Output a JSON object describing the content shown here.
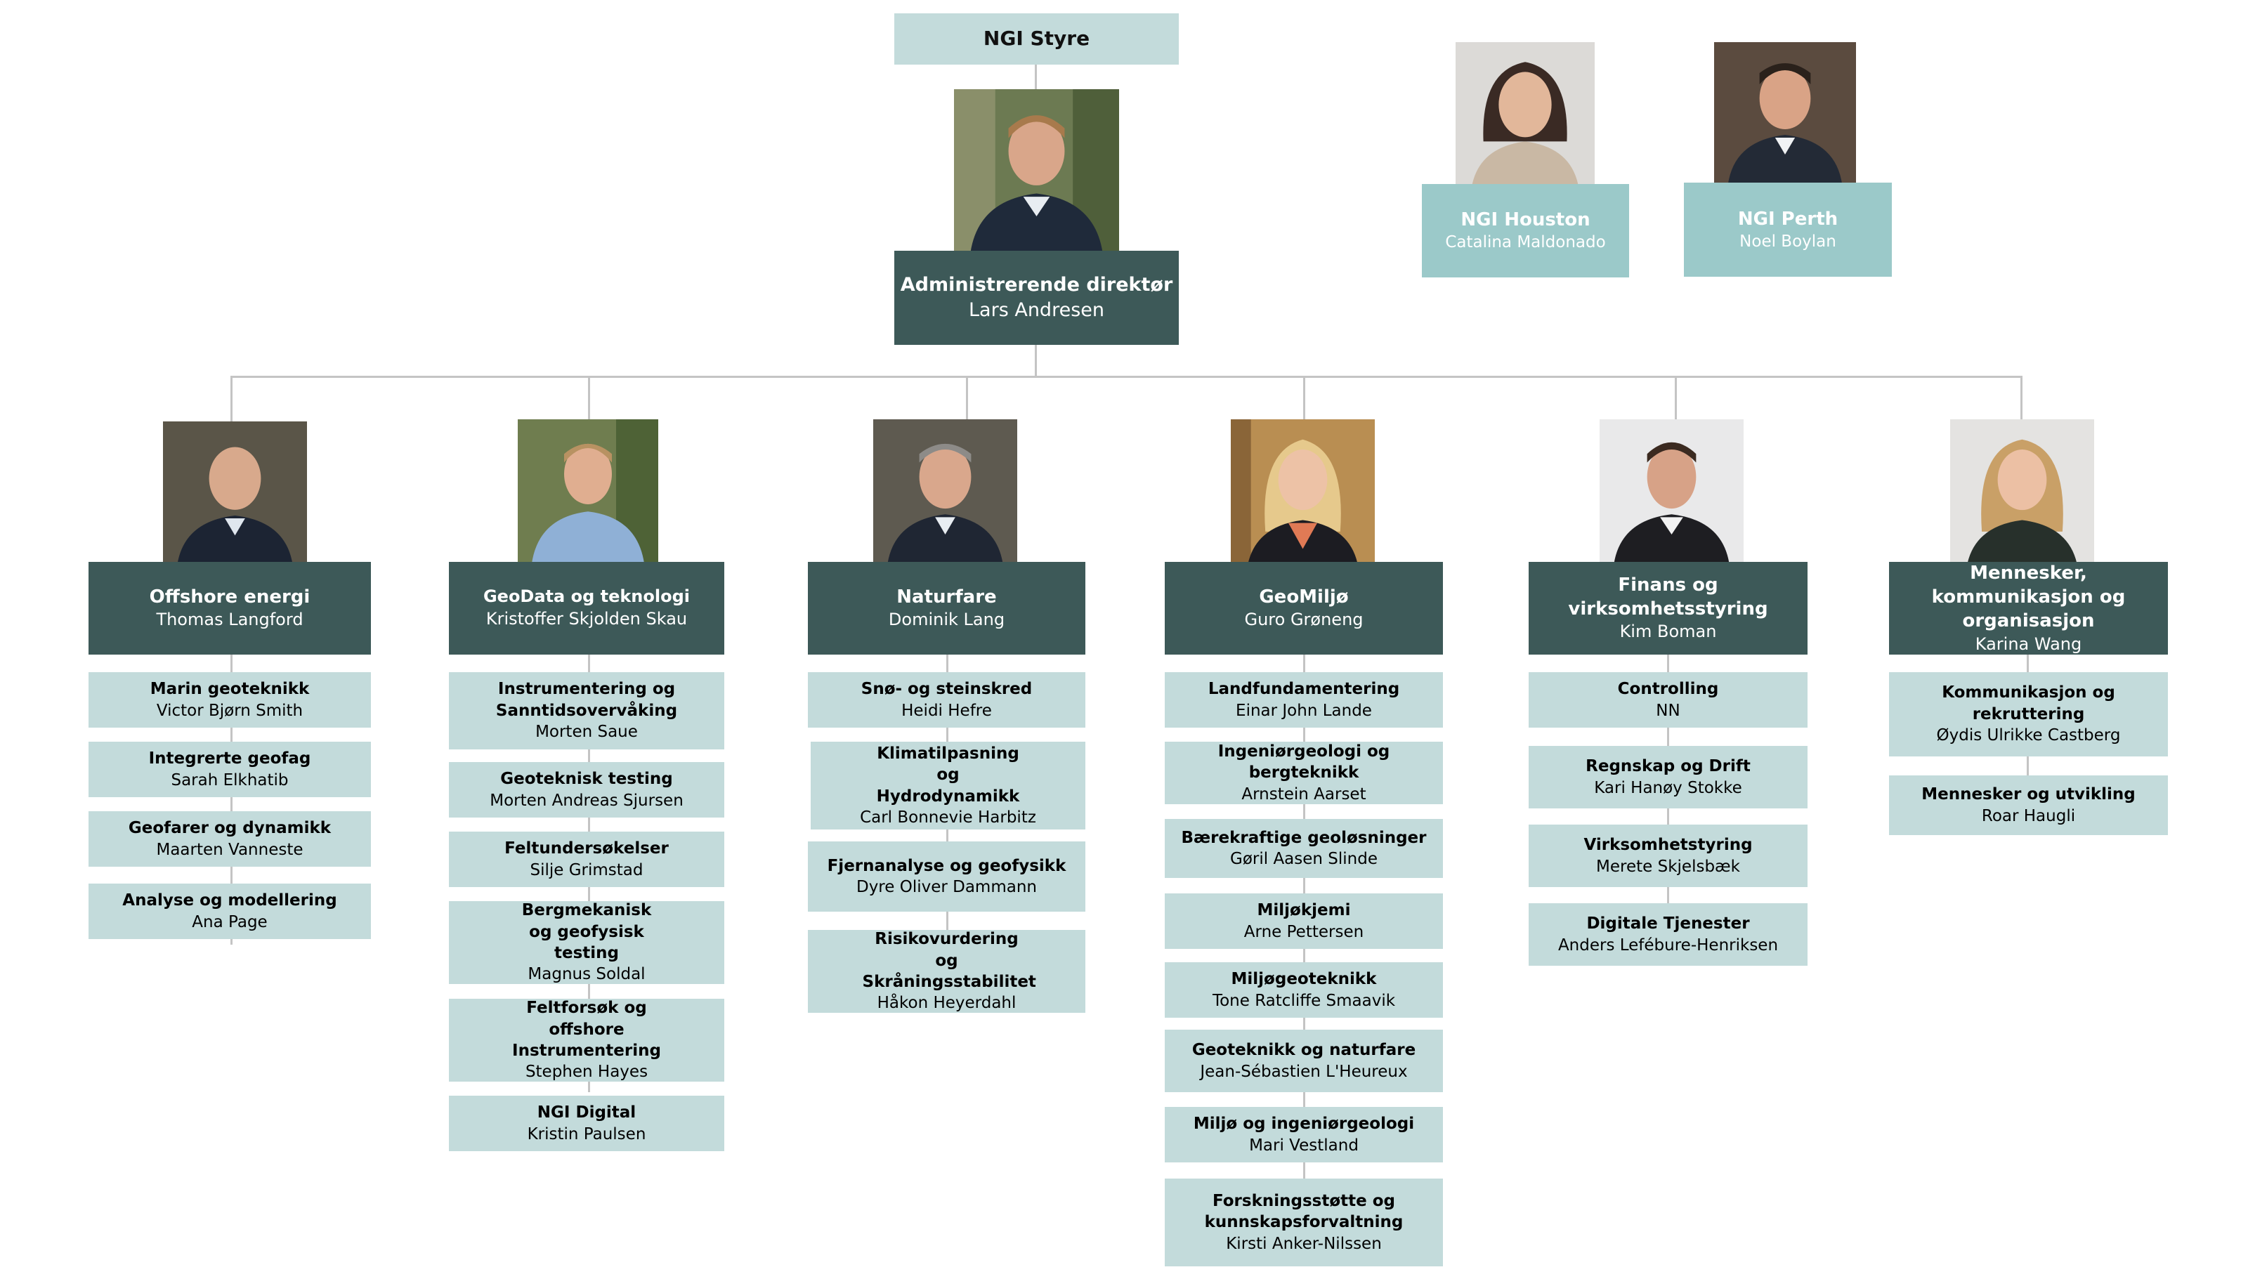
{
  "board": {
    "title": "NGI Styre"
  },
  "ceo": {
    "title": "Administrerende direktør",
    "name": "Lars Andresen"
  },
  "offices": [
    {
      "title": "NGI Houston",
      "name": "Catalina Maldonado"
    },
    {
      "title": "NGI Perth",
      "name": "Noel Boylan"
    }
  ],
  "departments": [
    {
      "title": "Offshore energi",
      "name": "Thomas Langford",
      "units": [
        {
          "title": "Marin geoteknikk",
          "name": "Victor Bjørn Smith"
        },
        {
          "title": "Integrerte geofag",
          "name": "Sarah Elkhatib"
        },
        {
          "title": "Geofarer og dynamikk",
          "name": "Maarten Vanneste"
        },
        {
          "title": "Analyse og modellering",
          "name": "Ana Page"
        }
      ]
    },
    {
      "title": "GeoData og teknologi",
      "name": "Kristoffer Skjolden Skau",
      "units": [
        {
          "title": "Instrumentering og Sanntidsovervåking",
          "name": "Morten Saue"
        },
        {
          "title": "Geoteknisk testing",
          "name": "Morten Andreas Sjursen"
        },
        {
          "title": "Feltundersøkelser",
          "name": "Silje Grimstad"
        },
        {
          "title": "Bergmekanisk og geofysisk testing",
          "name": "Magnus Soldal"
        },
        {
          "title": "Feltforsøk og offshore Instrumentering",
          "name": "Stephen Hayes"
        },
        {
          "title": "NGI Digital",
          "name": "Kristin Paulsen"
        }
      ]
    },
    {
      "title": "Naturfare",
      "name": "Dominik Lang",
      "units": [
        {
          "title": "Snø- og steinskred",
          "name": "Heidi Hefre"
        },
        {
          "title": "Klimatilpasning og Hydrodynamikk",
          "name": "Carl Bonnevie Harbitz"
        },
        {
          "title": "Fjernanalyse og geofysikk",
          "name": "Dyre Oliver Dammann"
        },
        {
          "title": "Risikovurdering og Skråningsstabilitet",
          "name": "Håkon Heyerdahl"
        }
      ]
    },
    {
      "title": "GeoMiljø",
      "name": "Guro Grøneng",
      "units": [
        {
          "title": "Landfundamentering",
          "name": "Einar John Lande"
        },
        {
          "title": "Ingeniørgeologi og bergteknikk",
          "name": "Arnstein Aarset"
        },
        {
          "title": "Bærekraftige geoløsninger",
          "name": "Gøril Aasen Slinde"
        },
        {
          "title": "Miljøkjemi",
          "name": "Arne Pettersen"
        },
        {
          "title": "Miljøgeoteknikk",
          "name": "Tone Ratcliffe Smaavik"
        },
        {
          "title": "Geoteknikk og naturfare",
          "name": "Jean-Sébastien L'Heureux"
        },
        {
          "title": "Miljø og ingeniørgeologi",
          "name": "Mari Vestland"
        },
        {
          "title": "Forskningsstøtte og kunnskapsforvaltning",
          "name": "Kirsti Anker-Nilssen"
        }
      ]
    },
    {
      "title": "Finans og virksomhetsstyring",
      "name": "Kim Boman",
      "units": [
        {
          "title": "Controlling",
          "name": "NN"
        },
        {
          "title": "Regnskap og Drift",
          "name": "Kari Hanøy Stokke"
        },
        {
          "title": "Virksomhetstyring",
          "name": "Merete Skjelsbæk"
        },
        {
          "title": "Digitale Tjenester",
          "name": "Anders Lefébure-Henriksen"
        }
      ]
    },
    {
      "title": "Mennesker, kommunikasjon og organisasjon",
      "name": "Karina Wang",
      "units": [
        {
          "title": "Kommunikasjon og rekruttering",
          "name": "Øydis Ulrikke Castberg"
        },
        {
          "title": "Mennesker og utvikling",
          "name": "Roar Haugli"
        }
      ]
    }
  ]
}
